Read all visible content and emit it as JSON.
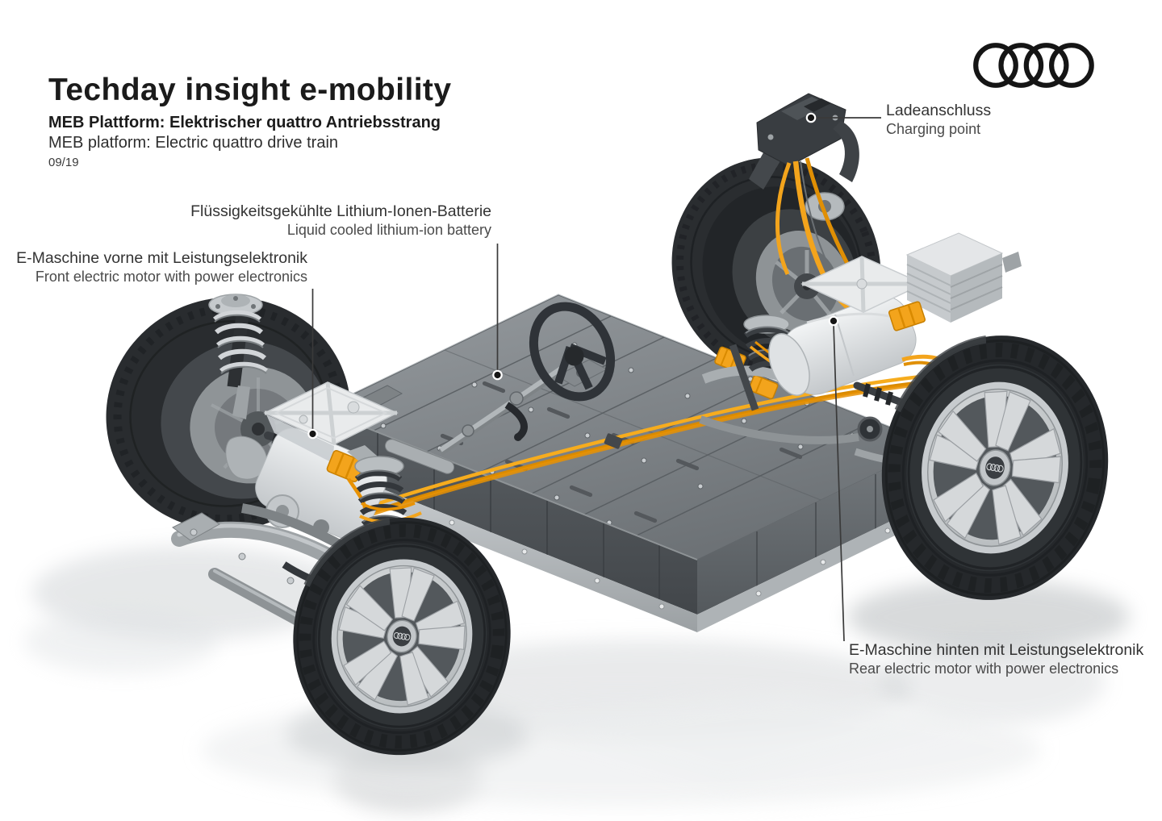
{
  "header": {
    "title": "Techday insight e-mobility",
    "subtitle_de": "MEB Plattform: Elektrischer quattro Antriebsstrang",
    "subtitle_en": "MEB platform: Electric quattro drive train",
    "date": "09/19"
  },
  "logo": {
    "name": "audi-rings"
  },
  "callouts": {
    "charging_point": {
      "de": "Ladeanschluss",
      "en": "Charging point"
    },
    "battery": {
      "de": "Flüssigkeitsgekühlte Lithium-Ionen-Batterie",
      "en": "Liquid cooled lithium-ion battery"
    },
    "front_motor": {
      "de": "E-Maschine vorne mit Leistungselektronik",
      "en": "Front electric motor with power electronics"
    },
    "rear_motor": {
      "de": "E-Maschine hinten mit Leistungselektronik",
      "en": "Rear electric motor with power electronics"
    }
  },
  "colors": {
    "background": "#FFFFFF",
    "text_dark": "#1B1B1B",
    "label_de": "#333333",
    "label_en": "#4A4A4A",
    "accent_orange": "#F3A41C",
    "battery_grey": "#7B8084",
    "leader_line": "#3A3A3A"
  }
}
